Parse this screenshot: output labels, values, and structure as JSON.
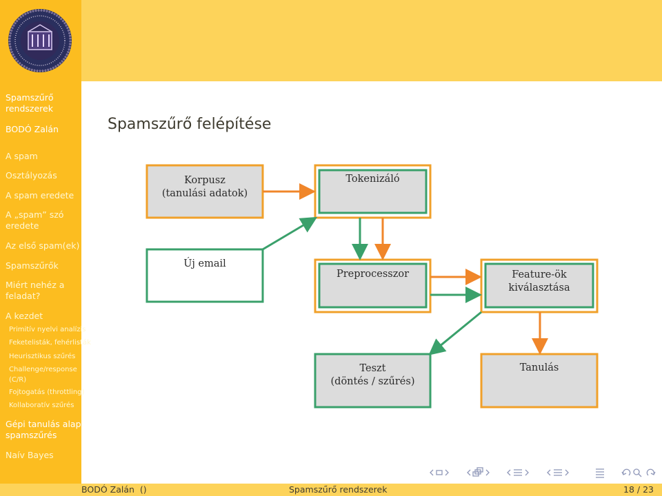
{
  "header": {
    "logo_icon": "university-seal-icon"
  },
  "sidebar": {
    "title": "Spamszűrő\nrendszerek",
    "author": "BODÓ Zalán",
    "sections": [
      {
        "label": "A spam"
      },
      {
        "label": "Osztályozás"
      },
      {
        "label": "A spam eredete"
      },
      {
        "label": "A „spam” szó\neredete"
      },
      {
        "label": "Az első spam(ek)"
      },
      {
        "label": "Spamszűrők"
      },
      {
        "label": "Miért nehéz a\nfeladat?"
      },
      {
        "label": "A kezdet"
      }
    ],
    "subsections": [
      {
        "label": "Primitív nyelvi analízis"
      },
      {
        "label": "Feketelisták, fehérlisták"
      },
      {
        "label": "Heurisztikus szűrés"
      },
      {
        "label": "Challenge/response\n(C/R)"
      },
      {
        "label": "Fojtogatás (throttling)"
      },
      {
        "label": "Kollaboratív szűrés"
      }
    ],
    "current_section": "Gépi tanulás alapú\nspamszűrés",
    "next_section": "Naív Bayes"
  },
  "frame": {
    "title": "Spamszűrő felépítése"
  },
  "diagram": {
    "colors": {
      "orange": "#f0862a",
      "green": "#3aa06b",
      "node_fill": "#dcdcdc",
      "frame_fill": "#ffffff"
    },
    "nodes": [
      {
        "id": "korpusz",
        "label": "Korpusz\n(tanulási adatok)"
      },
      {
        "id": "tokenizalo",
        "label": "Tokenizáló"
      },
      {
        "id": "uj-email",
        "label": "Új email"
      },
      {
        "id": "preprocesszor",
        "label": "Preprocesszor"
      },
      {
        "id": "feature",
        "label": "Feature-ök\nkiválasztása"
      },
      {
        "id": "teszt",
        "label": "Teszt\n(döntés / szűrés)"
      },
      {
        "id": "tanulas",
        "label": "Tanulás"
      }
    ]
  },
  "footer": {
    "author": "BODÓ Zalán  ()",
    "title": "Spamszűrő rendszerek",
    "page": "18 / 23"
  },
  "navigation": {
    "icons": [
      "nav-frame-prev-icon",
      "nav-frame-icon",
      "nav-frame-next-icon",
      "nav-subsection-prev-icon",
      "nav-subsection-icon",
      "nav-subsection-next-icon",
      "nav-section-prev-icon",
      "nav-section-icon",
      "nav-section-next-icon",
      "nav-outline-icon",
      "nav-search-back-icon",
      "nav-search-icon",
      "nav-search-forward-icon"
    ]
  }
}
